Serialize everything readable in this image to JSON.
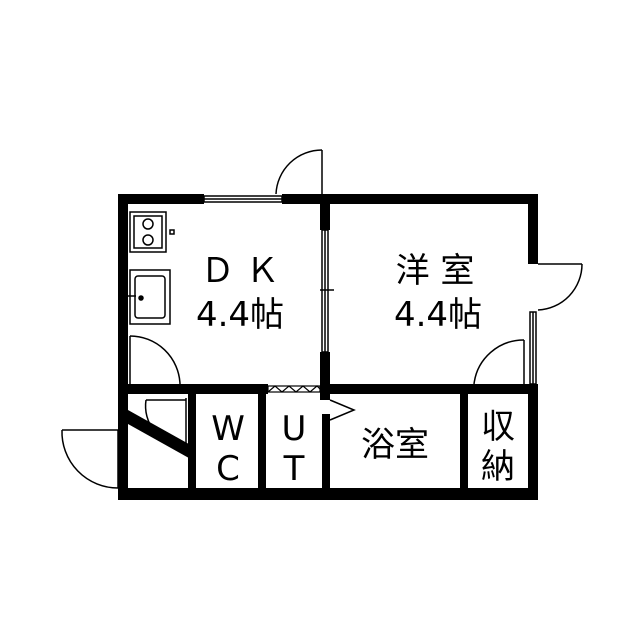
{
  "floorplan": {
    "rooms": {
      "dk": {
        "name": "Ｄ Ｋ",
        "size": "4.4帖"
      },
      "western": {
        "name": "洋 室",
        "size": "4.4帖"
      },
      "wc": {
        "line1": "W",
        "line2": "C"
      },
      "ut": {
        "line1": "U",
        "line2": "T"
      },
      "bath": {
        "name": "浴室"
      },
      "storage": {
        "line1": "収",
        "line2": "納"
      }
    },
    "colors": {
      "wall": "#000000",
      "background": "#ffffff"
    }
  }
}
